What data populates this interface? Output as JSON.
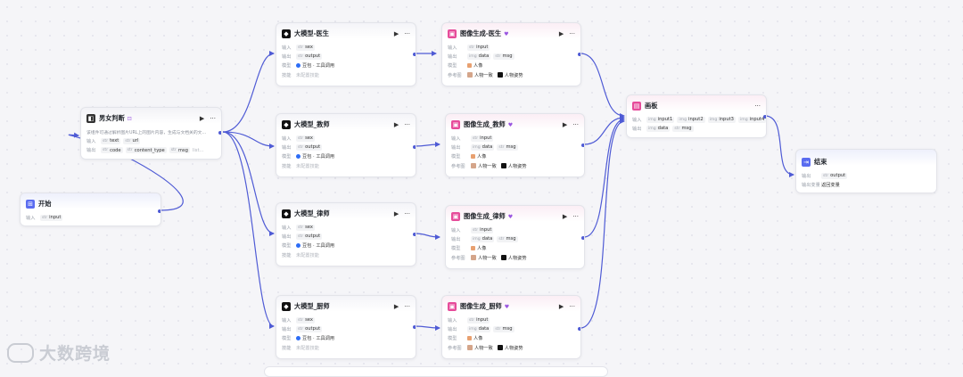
{
  "labels": {
    "input": "输入",
    "output": "输出",
    "model": "模型",
    "skill": "技能",
    "ref_image": "参考图",
    "output_var": "输出变量"
  },
  "types": {
    "str": "str",
    "obj": "obj",
    "img": "img"
  },
  "skill_value": "未配置技能",
  "start": {
    "title": "开始",
    "input_var": "input"
  },
  "classifier": {
    "title": "男女判断",
    "desc": "该组件可通过解析图片URL上的图片内容，生成与文档关的文…",
    "inputs": [
      "text",
      "url"
    ],
    "outputs": [
      "code",
      "content_type",
      "msg"
    ],
    "more": "list…"
  },
  "llms": [
    {
      "title": "大模型-医生",
      "input": "sex",
      "output": "output",
      "model": "豆包 · 工具调用"
    },
    {
      "title": "大模型_教师",
      "input": "sex",
      "output": "output",
      "model": "豆包 · 工具调用"
    },
    {
      "title": "大模型_律师",
      "input": "sex",
      "output": "output",
      "model": "豆包 · 工具调用"
    },
    {
      "title": "大模型_厨师",
      "input": "sex",
      "output": "output",
      "model": "豆包 · 工具调用"
    }
  ],
  "image_nodes": [
    {
      "title": "图像生成-医生",
      "input": "input",
      "outputs": [
        "data",
        "msg"
      ],
      "model": "人像",
      "refs": [
        "人物一致",
        "人物姿势"
      ]
    },
    {
      "title": "图像生成_教师",
      "input": "input",
      "outputs": [
        "data",
        "msg"
      ],
      "model": "人像",
      "refs": [
        "人物一致",
        "人物姿势"
      ]
    },
    {
      "title": "图像生成_律师",
      "input": "input",
      "outputs": [
        "data",
        "msg"
      ],
      "model": "人像",
      "refs": [
        "人物一致",
        "人物姿势"
      ]
    },
    {
      "title": "图像生成_厨师",
      "input": "input",
      "outputs": [
        "data",
        "msg"
      ],
      "model": "人像",
      "refs": [
        "人物一致",
        "人物姿势"
      ]
    }
  ],
  "board": {
    "title": "画板",
    "inputs": [
      "input1",
      "input2",
      "input3",
      "input4"
    ],
    "outputs": [
      "data",
      "msg"
    ]
  },
  "end": {
    "title": "结束",
    "output": "output",
    "output_var_value": "返回变量"
  },
  "watermark": "大数跨境",
  "colors": {
    "edge": "#4f5bd5",
    "accent_pink": "#e64c9a",
    "accent_blue": "#5a6cf0"
  }
}
